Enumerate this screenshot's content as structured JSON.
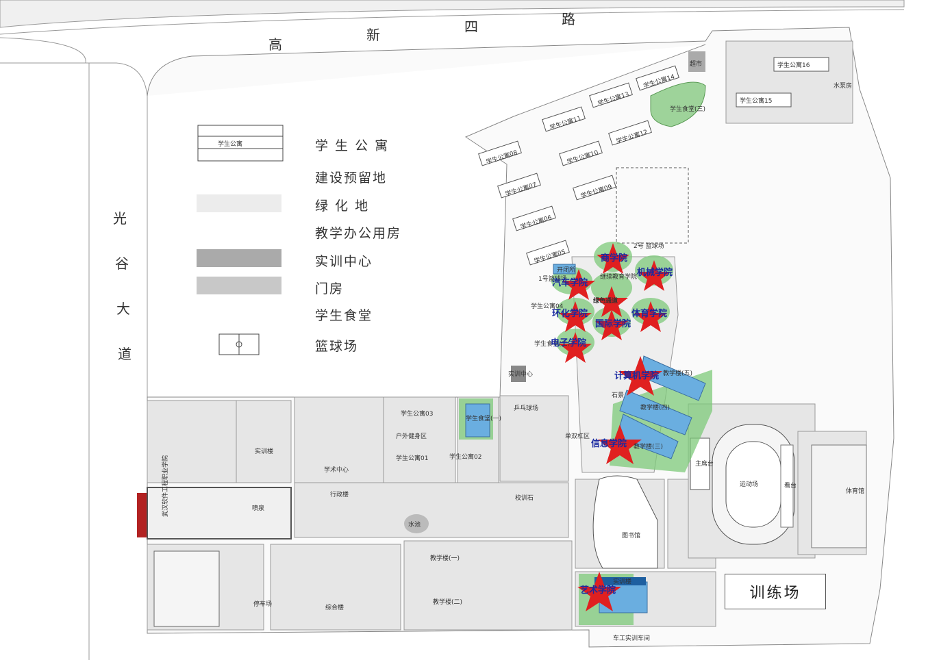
{
  "roads": {
    "north": [
      "高",
      "新",
      "四",
      "路"
    ],
    "west": [
      "光",
      "谷",
      "大",
      "道"
    ]
  },
  "legend": {
    "items": [
      {
        "label": "学 生 公 寓",
        "sample_text": "学生公寓"
      },
      {
        "label": "建设预留地"
      },
      {
        "label": "绿  化  地"
      },
      {
        "label": "教学办公用房"
      },
      {
        "label": "实训中心"
      },
      {
        "label": "门房"
      },
      {
        "label": "学生食堂"
      },
      {
        "label": "篮球场"
      }
    ]
  },
  "colors": {
    "green": "#7ec97a",
    "blue": "#6aaee0",
    "star": "#e02020",
    "college_text": "#1a2aa0",
    "road": "#e8e8e8",
    "block": "#dcdcdc"
  },
  "dorms": [
    "学生公寓16",
    "学生公寓15",
    "学生公寓14",
    "学生公寓13",
    "学生公寓12",
    "学生公寓11",
    "学生公寓10",
    "学生公寓09",
    "学生公寓08",
    "学生公寓07",
    "学生公寓06",
    "学生公寓05",
    "学生公寓04",
    "学生公寓03",
    "学生公寓01",
    "学生公寓02"
  ],
  "facilities": {
    "supermarket": "超市",
    "water_room": "水泵房",
    "canteen3": "学生食堂(三)",
    "canteen1": "学生食堂(一)",
    "canteen2": "学生食堂(二)",
    "court2": "2号 篮球场",
    "court1": "1号篮球场",
    "opening": "开闭所",
    "continuing": "继续教育学院",
    "green_path": "绿色通道",
    "training_center": "实训中心",
    "shishi": "石景",
    "teach5": "教学楼(五)",
    "teach4": "教学楼(四)",
    "teach3": "教学楼(三)",
    "teach1": "教学楼(一)",
    "teach2": "教学楼(二)",
    "pingpong": "乒乓球场",
    "activity": "单双杠区",
    "outdoor": "户外健身区",
    "academic": "学术中心",
    "admin": "行政楼",
    "pool": "水池",
    "school_stone": "校训石",
    "library": "图书馆",
    "shixun_building": "实训楼",
    "training_building": "实训楼",
    "fountain": "喷泉",
    "gate": "武汉软件工程职业学院",
    "parking": "停车场",
    "complex": "综合楼",
    "auto_workshop": "车工实训车间",
    "main_stage": "主席台",
    "field": "运动场",
    "gym": "体育馆",
    "training_ground": "训练场",
    "bleacher": "看台"
  },
  "colleges": [
    "商学院",
    "机械学院",
    "汽车学院",
    "环化学院",
    "国际学院",
    "体育学院",
    "电子学院",
    "计算机学院",
    "信息学院",
    "艺术学院"
  ]
}
